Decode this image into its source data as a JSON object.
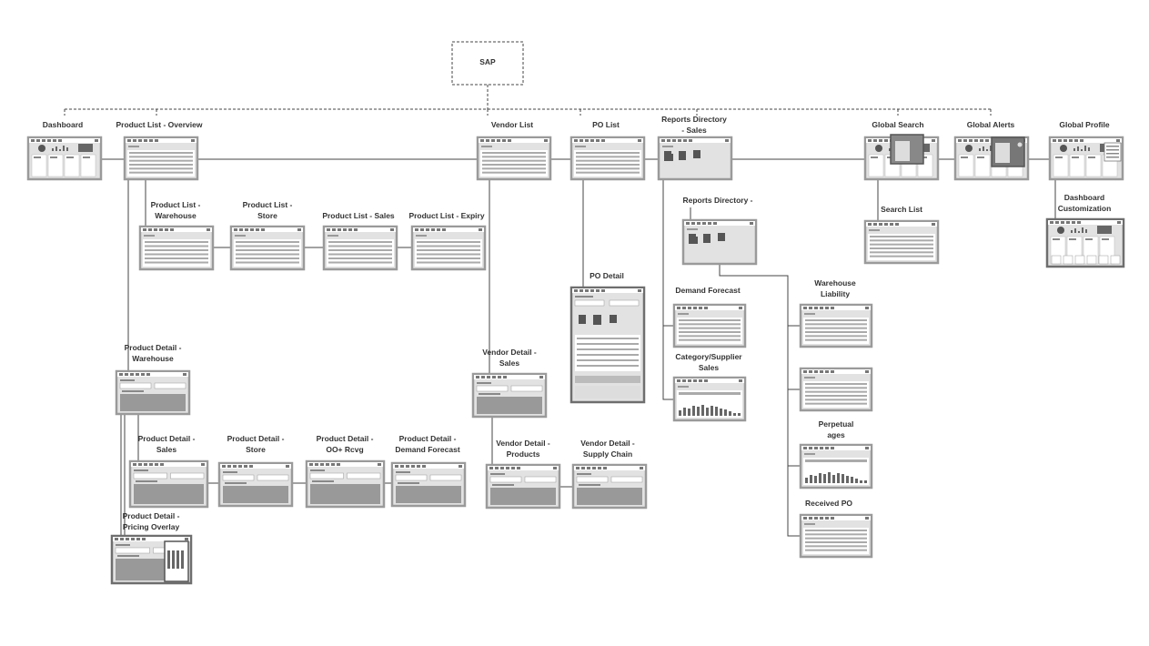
{
  "root": {
    "label": "SAP"
  },
  "screens": {
    "dashboard": {
      "label": [
        "Dashboard"
      ]
    },
    "product_list_overview": {
      "label": [
        "Product List - Overview"
      ]
    },
    "vendor_list": {
      "label": [
        "Vendor List"
      ]
    },
    "po_list": {
      "label": [
        "PO List"
      ]
    },
    "reports_sales": {
      "label": [
        "Reports Directory",
        "- Sales"
      ]
    },
    "global_search": {
      "label": [
        "Global Search"
      ]
    },
    "global_alerts": {
      "label": [
        "Global Alerts"
      ]
    },
    "global_profile": {
      "label": [
        "Global Profile"
      ]
    },
    "search_list": {
      "label": [
        "Search List"
      ]
    },
    "dashboard_custom": {
      "label": [
        "Dashboard",
        "Customization"
      ]
    },
    "pl_warehouse": {
      "label": [
        "Product List -",
        "Warehouse"
      ]
    },
    "pl_store": {
      "label": [
        "Product List -",
        "Store"
      ]
    },
    "pl_sales": {
      "label": [
        "Product List - Sales"
      ]
    },
    "pl_expiry": {
      "label": [
        "Product List - Expiry"
      ]
    },
    "reports_dir2": {
      "label": [
        "Reports Directory -"
      ]
    },
    "po_detail": {
      "label": [
        "PO Detail"
      ]
    },
    "demand_forecast": {
      "label": [
        "Demand Forecast"
      ]
    },
    "warehouse_liability": {
      "label": [
        "Warehouse",
        "Liability"
      ]
    },
    "category_supplier": {
      "label": [
        "Category/Supplier",
        "Sales"
      ]
    },
    "rep_unlabeled": {
      "label": []
    },
    "perpetual_ages": {
      "label": [
        "Perpetual",
        "ages"
      ]
    },
    "received_po": {
      "label": [
        "Received PO"
      ]
    },
    "pd_warehouse": {
      "label": [
        "Product Detail -",
        "Warehouse"
      ]
    },
    "vendor_detail_sales": {
      "label": [
        "Vendor Detail -",
        "Sales"
      ]
    },
    "pd_sales": {
      "label": [
        "Product Detail -",
        "Sales"
      ]
    },
    "pd_store": {
      "label": [
        "Product Detail -",
        "Store"
      ]
    },
    "pd_oo_rcvg": {
      "label": [
        "Product Detail -",
        "OO+ Rcvg"
      ]
    },
    "pd_demand_forecast": {
      "label": [
        "Product Detail -",
        "Demand Forecast"
      ]
    },
    "vd_products": {
      "label": [
        "Vendor Detail -",
        "Products"
      ]
    },
    "vd_supply_chain": {
      "label": [
        "Vendor Detail -",
        "Supply Chain"
      ]
    },
    "pd_pricing_overlay": {
      "label": [
        "Product Detail -",
        "Pricing Overlay"
      ]
    }
  },
  "colors": {
    "frame": "#9a9a9a",
    "frame_dark": "#6e6e6e",
    "panel": "#e2e2e2",
    "line": "#444444",
    "text": "#333333"
  }
}
